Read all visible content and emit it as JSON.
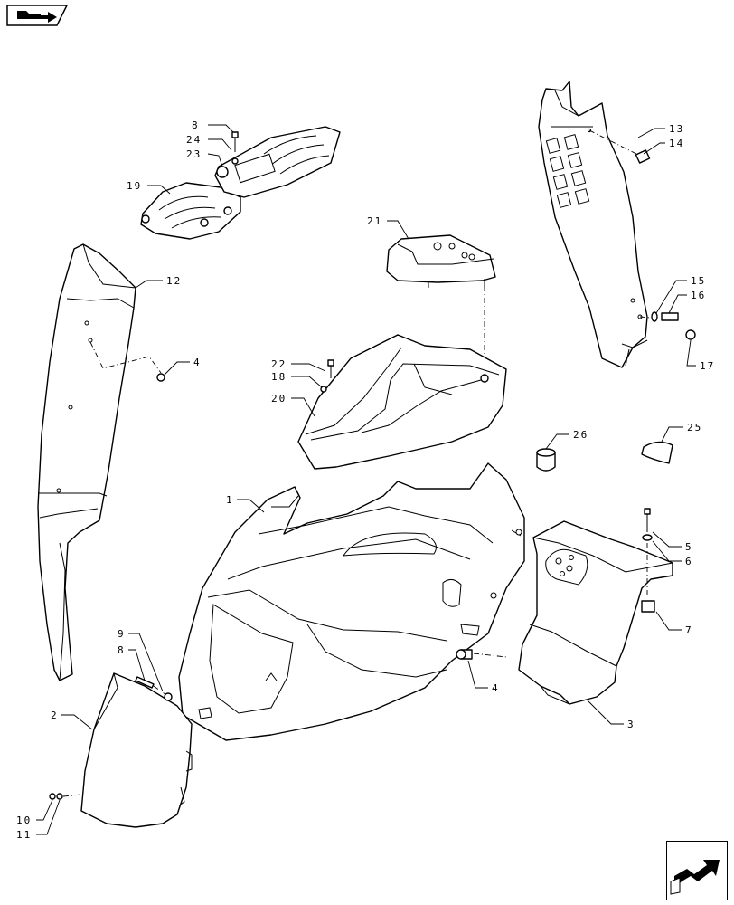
{
  "nav": {
    "top_button_icon": "folder-back-icon",
    "bottom_button_icon": "arrow-next-page-icon"
  },
  "callouts": [
    {
      "id": "c1",
      "text": "1"
    },
    {
      "id": "c2",
      "text": "2"
    },
    {
      "id": "c3",
      "text": "3"
    },
    {
      "id": "c4a",
      "text": "4"
    },
    {
      "id": "c4b",
      "text": "4"
    },
    {
      "id": "c5",
      "text": "5"
    },
    {
      "id": "c6",
      "text": "6"
    },
    {
      "id": "c7",
      "text": "7"
    },
    {
      "id": "c8a",
      "text": "8"
    },
    {
      "id": "c8b",
      "text": "8"
    },
    {
      "id": "c9",
      "text": "9"
    },
    {
      "id": "c10",
      "text": "10"
    },
    {
      "id": "c11",
      "text": "11"
    },
    {
      "id": "c12",
      "text": "12"
    },
    {
      "id": "c13",
      "text": "13"
    },
    {
      "id": "c14",
      "text": "14"
    },
    {
      "id": "c15",
      "text": "15"
    },
    {
      "id": "c16",
      "text": "16"
    },
    {
      "id": "c17",
      "text": "17"
    },
    {
      "id": "c18",
      "text": "18"
    },
    {
      "id": "c19",
      "text": "19"
    },
    {
      "id": "c20",
      "text": "20"
    },
    {
      "id": "c21",
      "text": "21"
    },
    {
      "id": "c22",
      "text": "22"
    },
    {
      "id": "c23",
      "text": "23"
    },
    {
      "id": "c24",
      "text": "24"
    },
    {
      "id": "c25",
      "text": "25"
    },
    {
      "id": "c26",
      "text": "26"
    }
  ]
}
